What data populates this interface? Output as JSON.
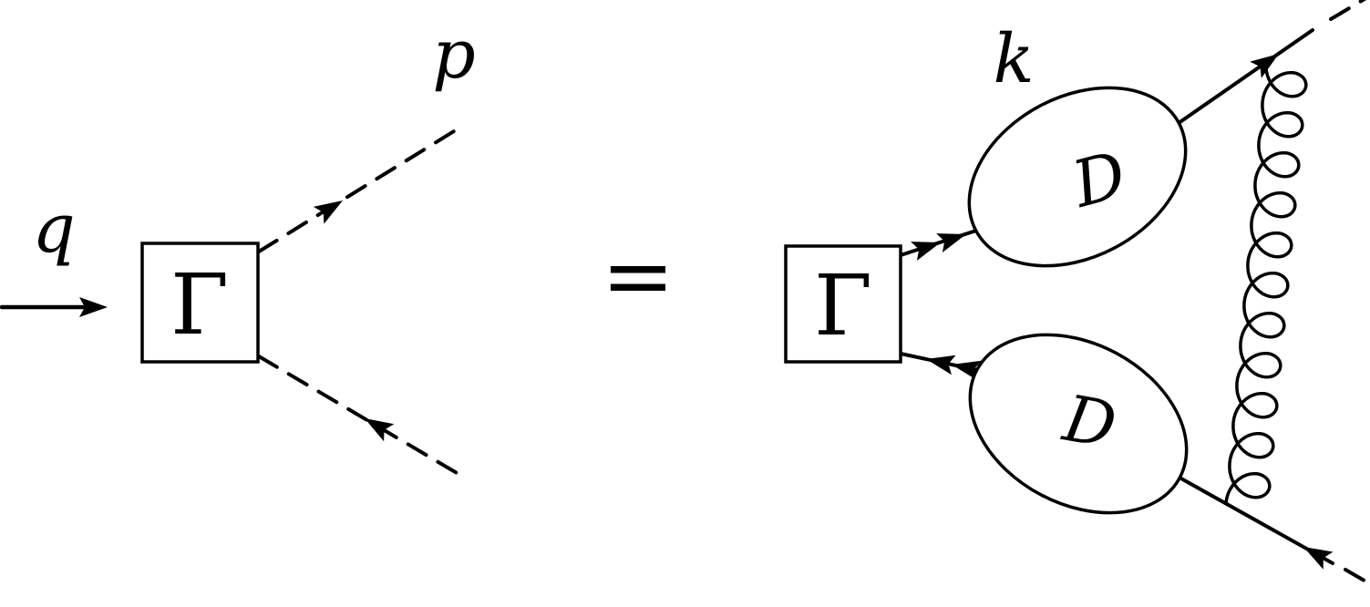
{
  "labels": {
    "q": "q",
    "p": "p",
    "gamma_left": "Γ",
    "equals": "=",
    "gamma_right": "Γ",
    "k": "k",
    "d_upper": "D",
    "d_lower": "D"
  },
  "colors": {
    "ink": "#000000",
    "background": "#ffffff"
  }
}
